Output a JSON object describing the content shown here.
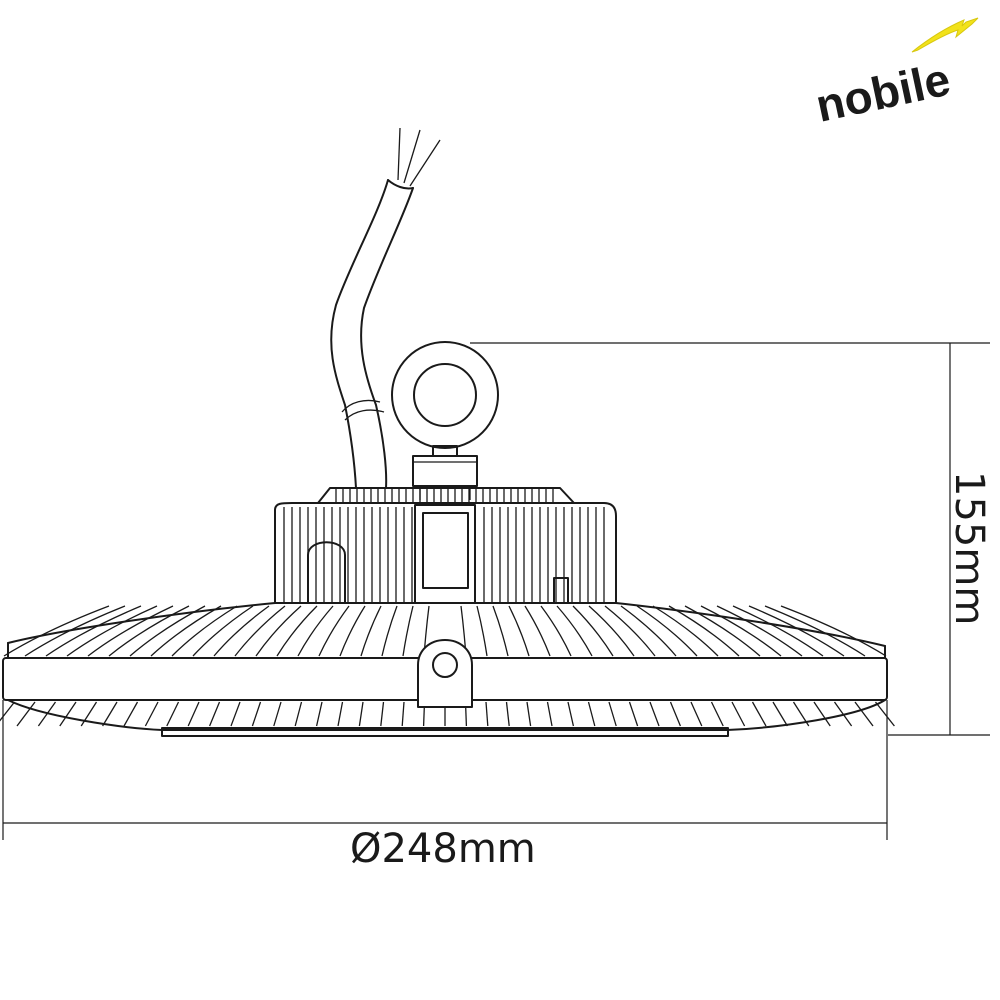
{
  "brand": {
    "logo_text": "nobile",
    "logo_arrow_color": "#f2e21a",
    "ink_color": "#1a1a1a"
  },
  "dimensions": {
    "height_label": "155mm",
    "diameter_label": "Ø248mm"
  },
  "icons": [
    "lightning-arrow-icon",
    "diameter-symbol"
  ]
}
